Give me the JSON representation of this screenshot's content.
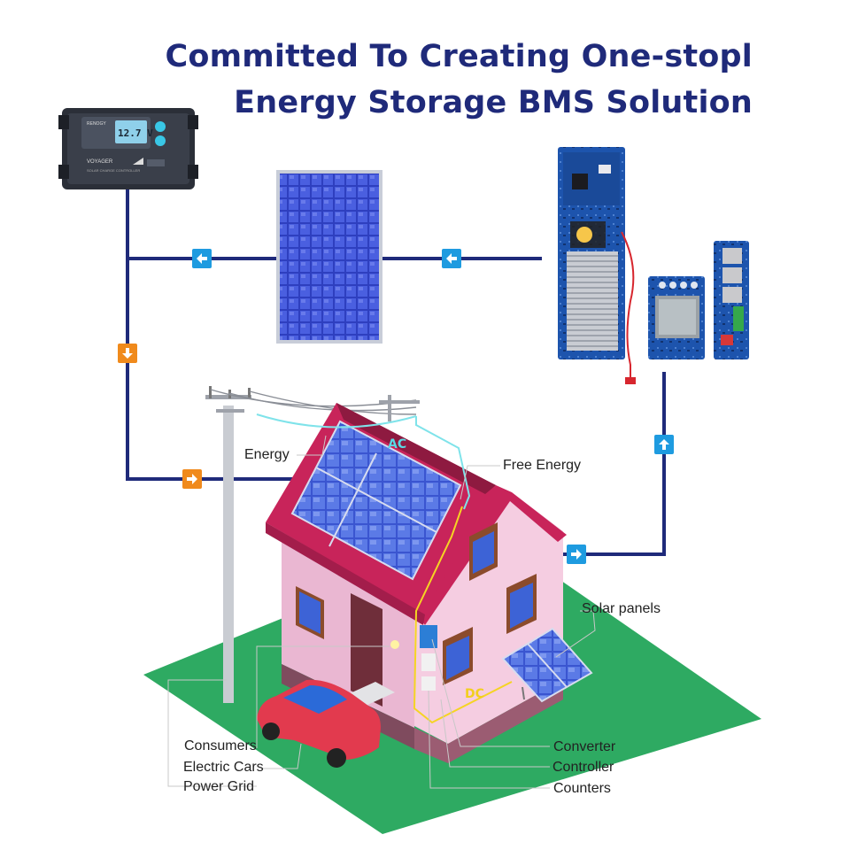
{
  "header": {
    "title_line1": "Committed To Creating One-stopl",
    "title_line2": "Energy Storage BMS Solution"
  },
  "controller_device": {
    "brand": "RENOGY",
    "display": "12.7 V",
    "model": "VOYAGER",
    "subtitle": "SOLAR CHARGE CONTROLLER"
  },
  "flow_labels": {
    "ac": "AC",
    "dc": "DC"
  },
  "labels": {
    "energy": "Energy",
    "free_energy": "Free Energy",
    "solar_panels": "Solar panels",
    "consumers": "Consumers",
    "electric_cars": "Electric Cars",
    "power_grid": "Power Grid",
    "converter": "Converter",
    "controller": "Controller",
    "counters": "Counters"
  },
  "colors": {
    "title": "#1f2a7a",
    "connector_line": "#1f2a7a",
    "arrow_blue": "#1e9be0",
    "arrow_orange": "#f08a1c",
    "ac_line": "#7fe3ea",
    "dc_line": "#f5d423",
    "roof": "#c8245a",
    "wall": "#f3c3dc",
    "lawn": "#2eaa62",
    "car": "#e23a4e",
    "pcb": "#1c4fa3"
  },
  "arrows": [
    {
      "name": "arrow-left-1",
      "direction": "left",
      "color": "blue"
    },
    {
      "name": "arrow-left-2",
      "direction": "left",
      "color": "blue"
    },
    {
      "name": "arrow-down",
      "direction": "down",
      "color": "orange"
    },
    {
      "name": "arrow-right-orange",
      "direction": "right",
      "color": "orange"
    },
    {
      "name": "arrow-up",
      "direction": "up",
      "color": "blue"
    },
    {
      "name": "arrow-right-blue",
      "direction": "right",
      "color": "blue"
    }
  ]
}
